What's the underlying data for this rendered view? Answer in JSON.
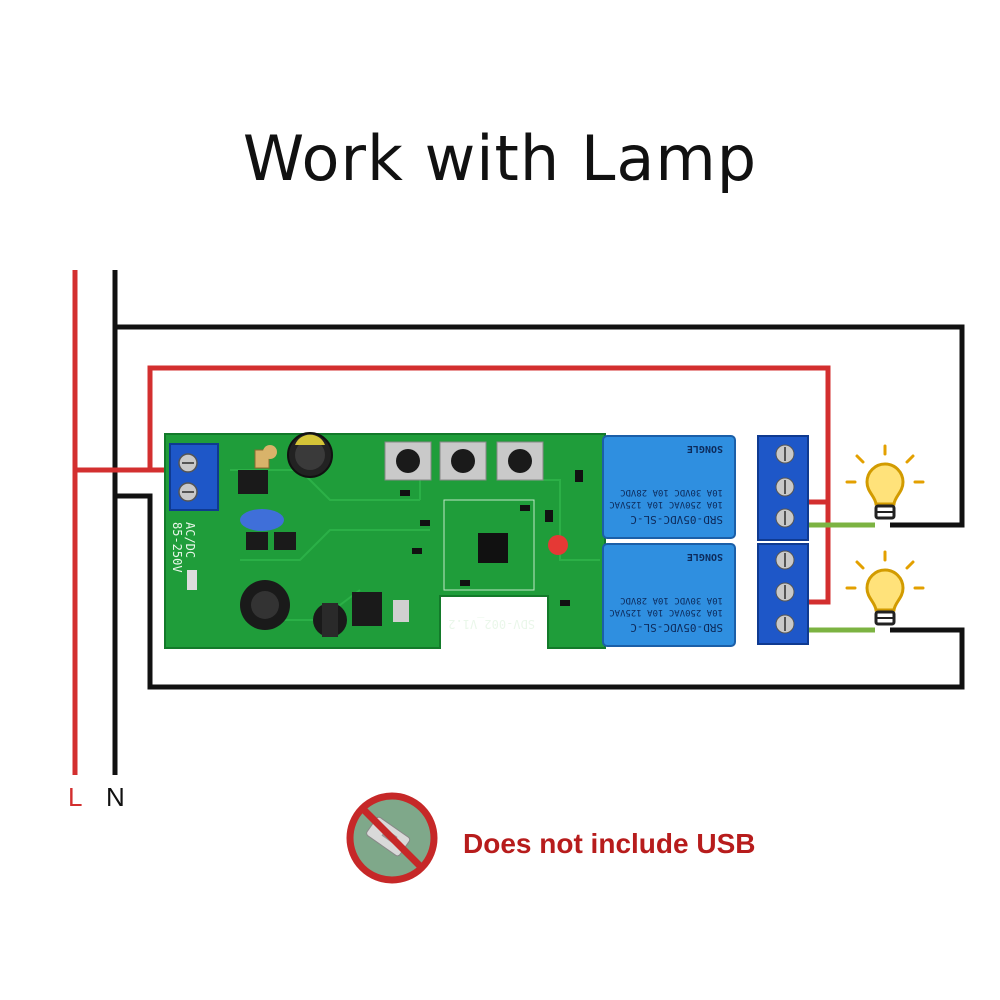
{
  "title": "Work with Lamp",
  "labels": {
    "live": "L",
    "neutral": "N"
  },
  "terminal_text": {
    "line1": "AC/DC",
    "line2": "85-250V"
  },
  "board_model": "SDV-002_V1.2",
  "relays": [
    {
      "line1": "SRD-05VDC-SL-C",
      "line2": "10A 250VAC  10A 125VAC",
      "line3": "10A 30VDC  10A 28VDC",
      "brand": "SONGLE"
    },
    {
      "line1": "SRD-05VDC-SL-C",
      "line2": "10A 250VAC  10A 125VAC",
      "line3": "10A 30VDC  10A 28VDC",
      "brand": "SONGLE"
    }
  ],
  "notice": "Does not include USB",
  "colors": {
    "live_wire": "#d32f2f",
    "neutral_wire": "#111111",
    "lamp_wire": "#7cb342",
    "pcb": "#1f9d3a",
    "terminal": "#1e57c8",
    "relay": "#2f8fe0",
    "notice_text": "#b71c1c"
  },
  "icons": [
    "lamp-bulb-icon",
    "no-usb-icon"
  ]
}
